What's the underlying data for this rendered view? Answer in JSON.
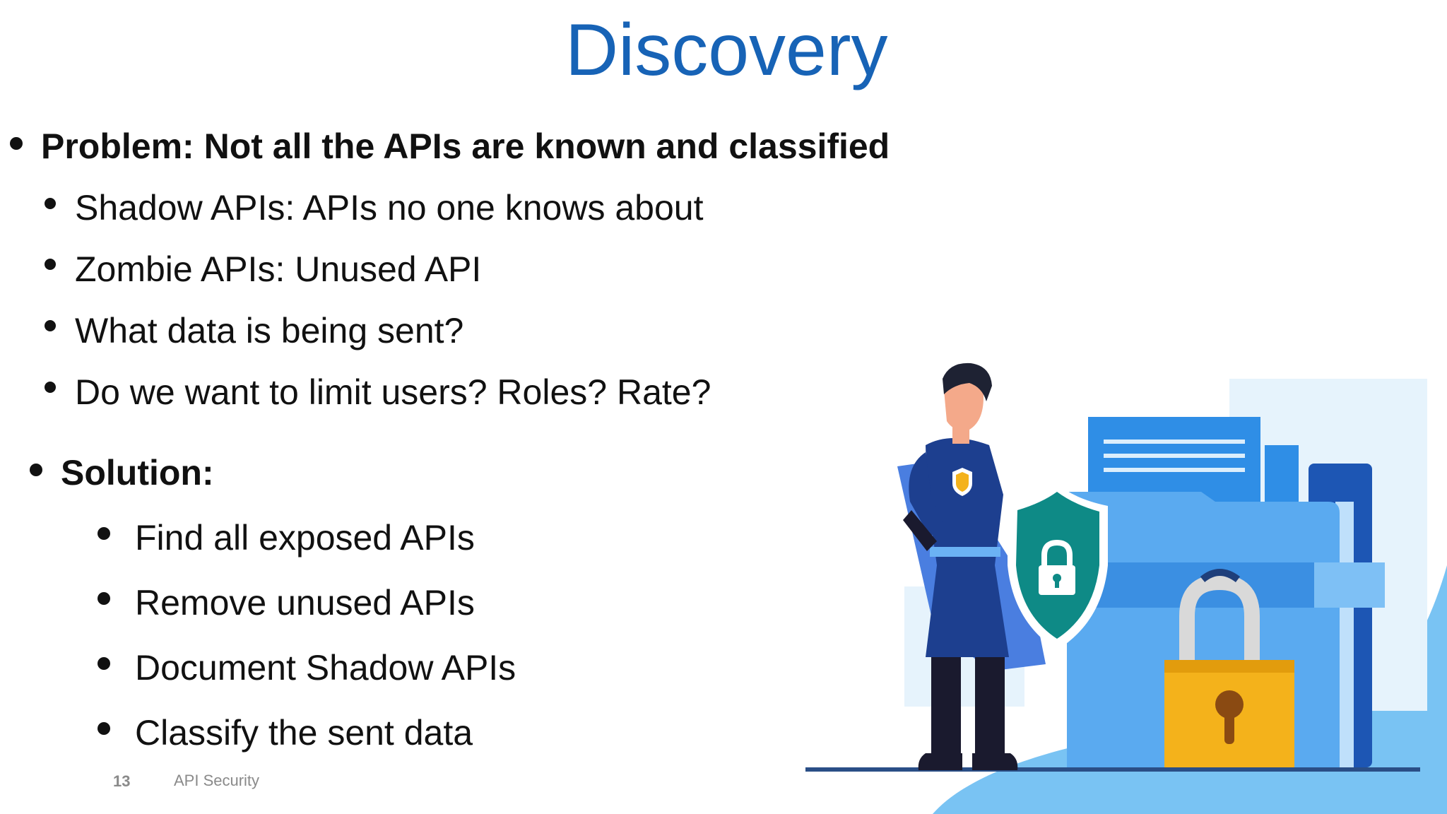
{
  "slide": {
    "title": "Discovery",
    "problem": {
      "heading": "Problem: Not all the APIs are known and classified",
      "items": [
        "Shadow APIs: APIs no one knows about",
        "Zombie APIs: Unused API",
        "What data is being sent?",
        "Do we want to limit users? Roles? Rate?"
      ]
    },
    "solution": {
      "heading": "Solution:",
      "items": [
        "Find all exposed APIs",
        "Remove unused APIs",
        "Document Shadow APIs",
        "Classify the sent data"
      ]
    },
    "footer": {
      "page_number": "13",
      "label": "API Security"
    }
  },
  "colors": {
    "title": "#1763b6",
    "text": "#111111",
    "footer": "#8a8a8a",
    "shield": "#0e8a86",
    "lock": "#f4b21b",
    "folder": "#3a9ff0",
    "hero_suit": "#1d3f8f"
  },
  "icons": {
    "illustration": "superhero-with-shield-and-padlock-folder"
  }
}
